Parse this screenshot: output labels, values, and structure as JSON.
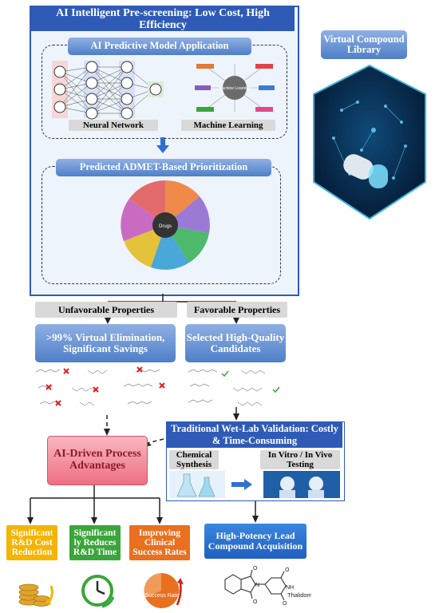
{
  "main_title": "AI Intelligent Pre-screening: Low Cost, High Efficiency",
  "model_app_title": "AI Predictive Model Application",
  "neural_network_label": "Neural Network",
  "machine_learning_label": "Machine Learning",
  "ml_hub_text": "Machine Learning",
  "admet_title": "Predicted ADMET-Based Prioritization",
  "wheel_center": "Drugs",
  "virtual_library_label": "Virtual Compound Library",
  "unfavorable_label": "Unfavorable Properties",
  "favorable_label": "Favorable Properties",
  "elimination_label": ">99% Virtual Elimination, Significant Savings",
  "candidates_label": "Selected High-Quality Candidates",
  "ai_advantages_label": "AI-Driven Process Advantages",
  "wetlab_title": "Traditional Wet-Lab Validation: Costly & Time-Consuming",
  "chem_synthesis_label": "Chemical Synthesis",
  "invitro_label": "In Vitro / In Vivo Testing",
  "cost_reduction_label": "Significant R&D Cost Reduction",
  "reduces_time_label": "Significant ly Reduces R&D Time",
  "clinical_success_label": "Improving Clinical Success Rates",
  "lead_compound_label": "High-Potency Lead Compound Acquisition",
  "success_rate_text": "Success Rate",
  "thalidomide_label": "Thalidomide",
  "colors": {
    "blue_dark": "#2f5bb7",
    "blue_btn": "#4f7fc8",
    "yellow": "#f4b400",
    "green": "#3aa53a",
    "orange": "#e8701e",
    "pink": "#f0788a"
  }
}
